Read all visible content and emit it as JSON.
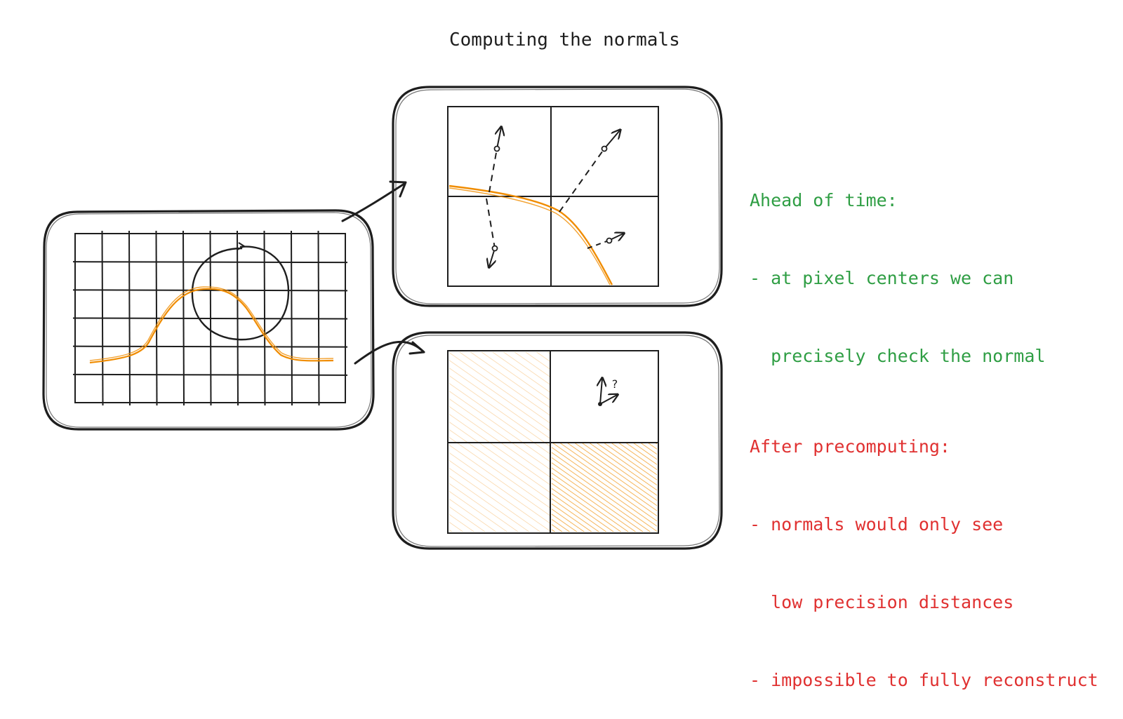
{
  "title": "Computing the normals",
  "colors": {
    "ink": "#1e1e1e",
    "curve": "#f08c00",
    "hatch": "#f5a94a",
    "green": "#2f9e44",
    "red": "#e03131"
  },
  "notes": {
    "ahead": {
      "heading": "Ahead of time:",
      "lines": [
        "- at pixel centers we can",
        "  precisely check the normal"
      ]
    },
    "after": {
      "heading": "After precomputing:",
      "lines": [
        "- normals would only see",
        "  low precision distances",
        "- impossible to fully reconstruct"
      ]
    }
  },
  "panels": {
    "overview": {
      "grid_columns": 10,
      "grid_rows": 6
    },
    "zoom_top": {
      "grid_columns": 2,
      "grid_rows": 2,
      "normal_count": 4
    },
    "zoom_bottom": {
      "grid_columns": 2,
      "grid_rows": 2,
      "unknown_marker": "?"
    }
  }
}
